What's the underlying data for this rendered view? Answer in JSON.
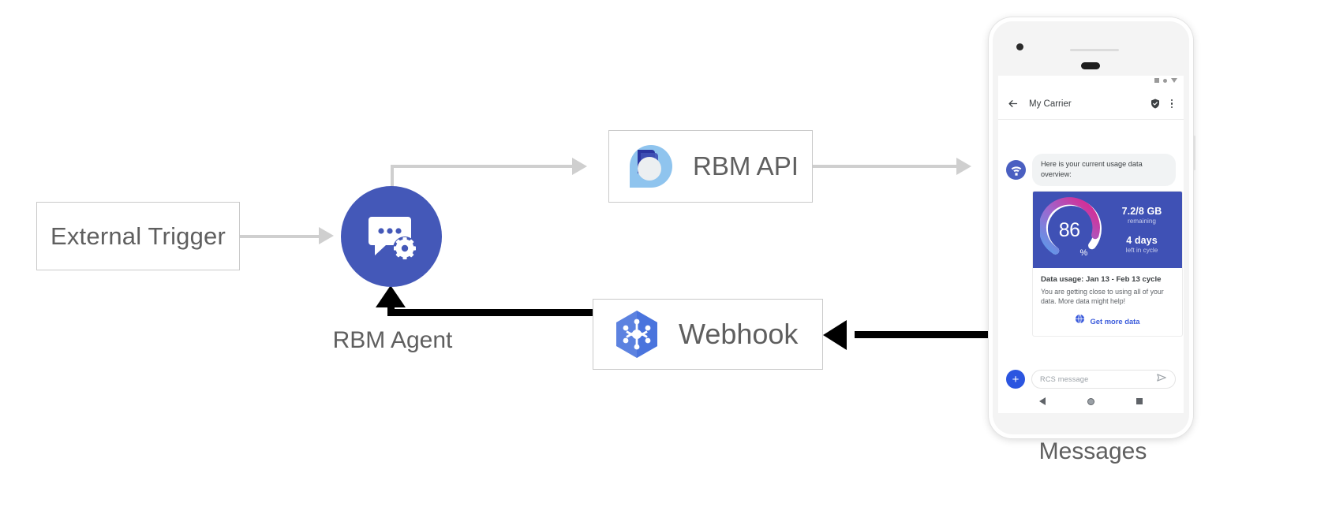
{
  "diagram": {
    "nodes": {
      "external_trigger": {
        "label": "External Trigger"
      },
      "rbm_agent": {
        "label": "RBM Agent",
        "icon": "chat-gear-icon"
      },
      "rbm_api": {
        "label": "RBM API",
        "icon": "rbm-droplet-icon"
      },
      "webhook": {
        "label": "Webhook",
        "icon": "cloud-functions-hexagon-icon"
      },
      "messages": {
        "label": "Messages"
      }
    },
    "colors": {
      "agent_blue": "#4458b8",
      "connector_gray": "#cfcfcf",
      "connector_black": "#000000",
      "card_indigo": "#3f51b5",
      "link_blue": "#3b5bdb",
      "composer_blue": "#2b55e0"
    }
  },
  "phone": {
    "app_bar": {
      "back_icon": "back-arrow-icon",
      "title": "My Carrier",
      "verified_icon": "verified-shield-icon",
      "overflow_icon": "overflow-menu-icon"
    },
    "message": {
      "avatar_icon": "wifi-agent-avatar-icon",
      "text": "Here is your current usage data overview:"
    },
    "rich_card": {
      "gauge": {
        "value": "86",
        "unit": "%",
        "percent": 86
      },
      "stats": [
        {
          "value": "7.2/8 GB",
          "caption": "remaining"
        },
        {
          "value": "4 days",
          "caption": "left in cycle"
        }
      ],
      "title": "Data usage: Jan 13 - Feb 13 cycle",
      "description": "You are getting close to using all of your data. More data might help!",
      "action": {
        "icon": "globe-icon",
        "label": "Get more data"
      }
    },
    "composer": {
      "plus_icon": "add-attachment-icon",
      "placeholder": "RCS message",
      "send_icon": "send-icon"
    },
    "nav_bar": {
      "back_icon": "nav-back-icon",
      "home_icon": "nav-home-icon",
      "recents_icon": "nav-recents-icon"
    }
  }
}
